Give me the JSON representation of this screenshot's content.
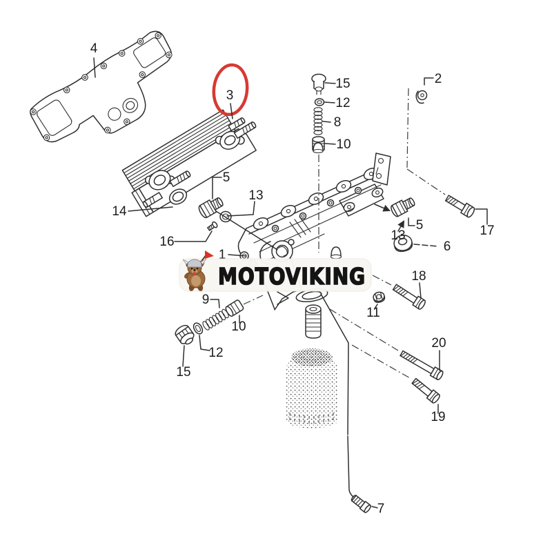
{
  "page": {
    "background": "#ffffff"
  },
  "brand": {
    "name": "MOTOVIKING",
    "mascot_icon": "viking-dog-mascot",
    "plate_color": "#f7f6f3",
    "text_color": "#141414"
  },
  "diagram": {
    "type": "exploded-parts-diagram",
    "line_color": "#2e2e2e",
    "highlight": {
      "part": "3",
      "color": "#d63a32",
      "shape": "ellipse"
    }
  },
  "labels": [
    {
      "num": "4"
    },
    {
      "num": "3"
    },
    {
      "num": "15"
    },
    {
      "num": "12"
    },
    {
      "num": "8"
    },
    {
      "num": "10"
    },
    {
      "num": "2"
    },
    {
      "num": "17"
    },
    {
      "num": "5"
    },
    {
      "num": "13"
    },
    {
      "num": "6"
    },
    {
      "num": "5"
    },
    {
      "num": "13"
    },
    {
      "num": "14"
    },
    {
      "num": "16"
    },
    {
      "num": "1"
    },
    {
      "num": "9"
    },
    {
      "num": "10"
    },
    {
      "num": "12"
    },
    {
      "num": "15"
    },
    {
      "num": "11"
    },
    {
      "num": "18"
    },
    {
      "num": "20"
    },
    {
      "num": "19"
    },
    {
      "num": "7"
    }
  ]
}
